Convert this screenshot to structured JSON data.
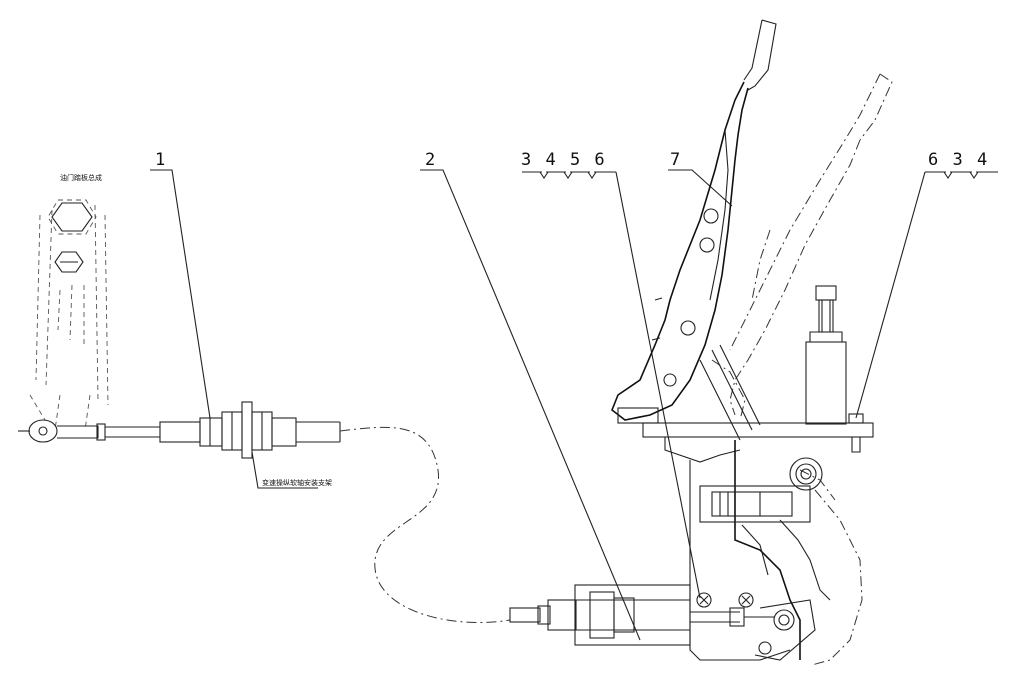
{
  "callouts": {
    "c1": "1",
    "c2": "2",
    "c3456": "3 4 5 6",
    "c7": "7",
    "c634": "6 3 4"
  },
  "notes": {
    "left_top": "油门踏板总成",
    "left_bottom": "变速操纵软轴安装支架"
  }
}
